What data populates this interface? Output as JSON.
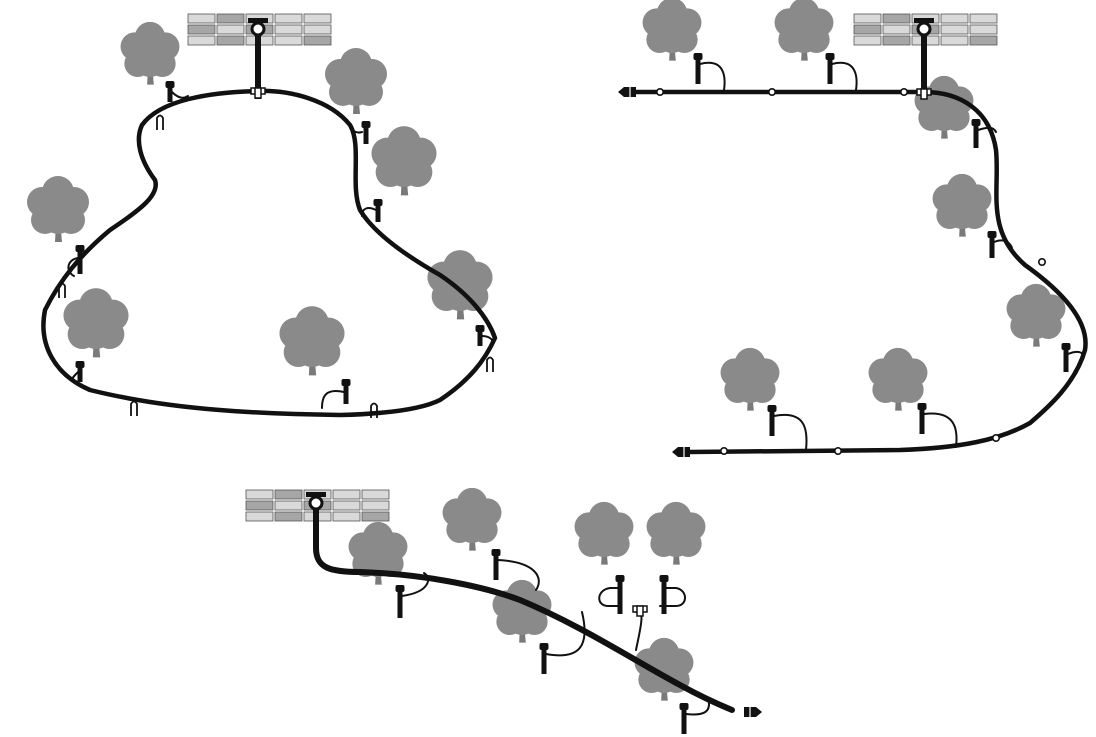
{
  "diagrams": [
    {
      "id": "loop-layout",
      "faucets": 1,
      "trees": 7,
      "emitters": 12
    },
    {
      "id": "line-loop-layout",
      "faucets": 1,
      "trees": 7,
      "emitters": 7
    },
    {
      "id": "branch-layout",
      "faucets": 1,
      "trees": 6,
      "emitters": 6
    }
  ],
  "colors": {
    "tubing": "#111111",
    "tree": "#8a8a8a",
    "trunk": "#7a7a7a",
    "brick_light": "#d9d9d9",
    "brick_dark": "#a6a6a6",
    "brick_outline": "#555555",
    "background": "#ffffff"
  },
  "icons": [
    "faucet-icon",
    "tree-icon",
    "dripper-stake-icon",
    "hose-end-cap-icon",
    "tee-connector-icon",
    "tube-clip-icon"
  ]
}
